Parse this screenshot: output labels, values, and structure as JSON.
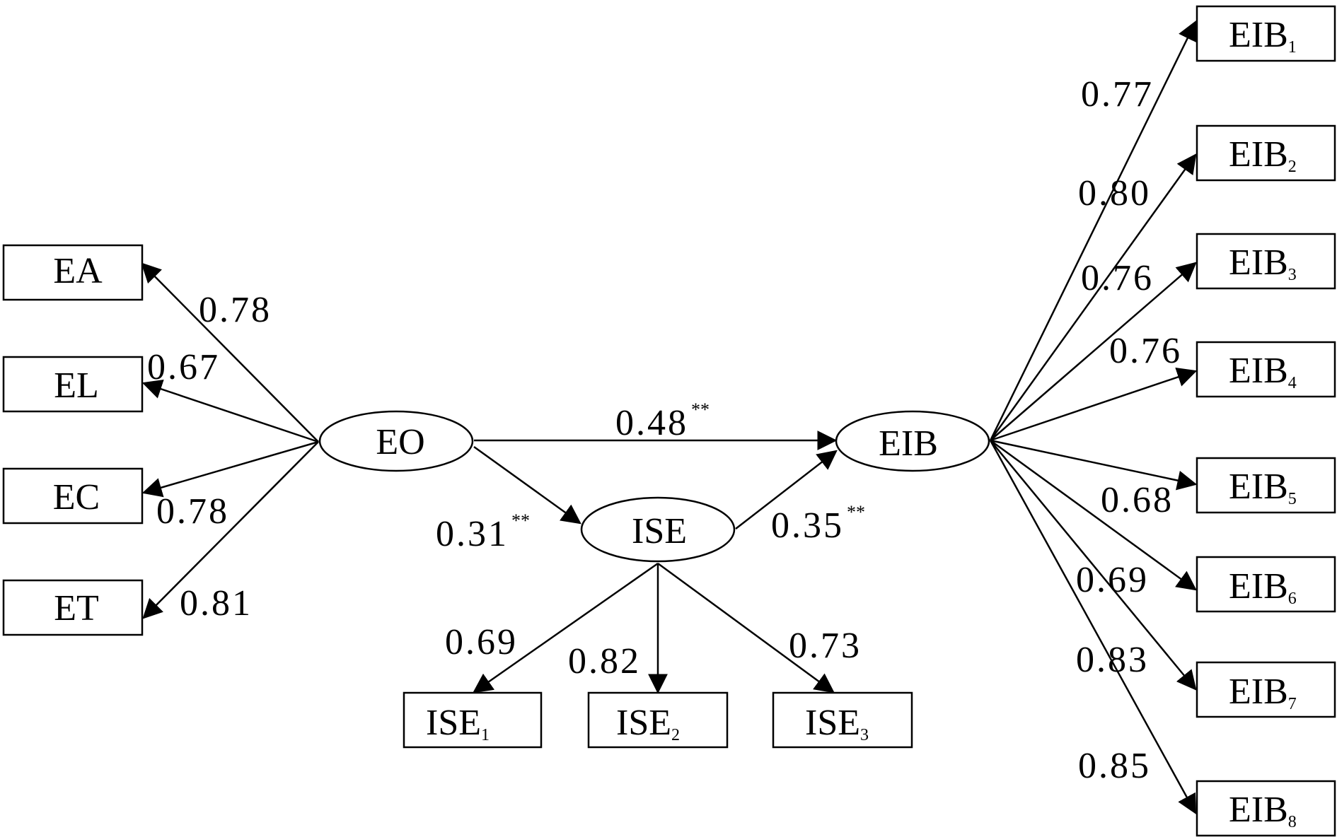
{
  "nodes": {
    "EA": {
      "label": "EA"
    },
    "EL": {
      "label": "EL"
    },
    "EC": {
      "label": "EC"
    },
    "ET": {
      "label": "ET"
    },
    "EO": {
      "label": "EO"
    },
    "ISE": {
      "label": "ISE"
    },
    "EIB": {
      "label": "EIB"
    },
    "ISE1": {
      "label": "ISE",
      "sub": "1"
    },
    "ISE2": {
      "label": "ISE",
      "sub": "2"
    },
    "ISE3": {
      "label": "ISE",
      "sub": "3"
    },
    "EIB1": {
      "label": "EIB",
      "sub": "1"
    },
    "EIB2": {
      "label": "EIB",
      "sub": "2"
    },
    "EIB3": {
      "label": "EIB",
      "sub": "3"
    },
    "EIB4": {
      "label": "EIB",
      "sub": "4"
    },
    "EIB5": {
      "label": "EIB",
      "sub": "5"
    },
    "EIB6": {
      "label": "EIB",
      "sub": "6"
    },
    "EIB7": {
      "label": "EIB",
      "sub": "7"
    },
    "EIB8": {
      "label": "EIB",
      "sub": "8"
    }
  },
  "edges": {
    "EO_EA": {
      "from": "EO",
      "to": "EA",
      "coef": "0.78"
    },
    "EO_EL": {
      "from": "EO",
      "to": "EL",
      "coef": "0.67"
    },
    "EO_EC": {
      "from": "EO",
      "to": "EC",
      "coef": "0.78"
    },
    "EO_ET": {
      "from": "EO",
      "to": "ET",
      "coef": "0.81"
    },
    "EO_EIB": {
      "from": "EO",
      "to": "EIB",
      "coef": "0.48",
      "sig": "**"
    },
    "EO_ISE": {
      "from": "EO",
      "to": "ISE",
      "coef": "0.31",
      "sig": "**"
    },
    "ISE_EIB": {
      "from": "ISE",
      "to": "EIB",
      "coef": "0.35",
      "sig": "**"
    },
    "ISE_ISE1": {
      "from": "ISE",
      "to": "ISE1",
      "coef": "0.69"
    },
    "ISE_ISE2": {
      "from": "ISE",
      "to": "ISE2",
      "coef": "0.82"
    },
    "ISE_ISE3": {
      "from": "ISE",
      "to": "ISE3",
      "coef": "0.73"
    },
    "EIB_EIB1": {
      "from": "EIB",
      "to": "EIB1",
      "coef": "0.77"
    },
    "EIB_EIB2": {
      "from": "EIB",
      "to": "EIB2",
      "coef": "0.80"
    },
    "EIB_EIB3": {
      "from": "EIB",
      "to": "EIB3",
      "coef": "0.76"
    },
    "EIB_EIB4": {
      "from": "EIB",
      "to": "EIB4",
      "coef": "0.76"
    },
    "EIB_EIB5": {
      "from": "EIB",
      "to": "EIB5",
      "coef": "0.68"
    },
    "EIB_EIB6": {
      "from": "EIB",
      "to": "EIB6",
      "coef": "0.69"
    },
    "EIB_EIB7": {
      "from": "EIB",
      "to": "EIB7",
      "coef": "0.83"
    },
    "EIB_EIB8": {
      "from": "EIB",
      "to": "EIB8",
      "coef": "0.85"
    }
  }
}
